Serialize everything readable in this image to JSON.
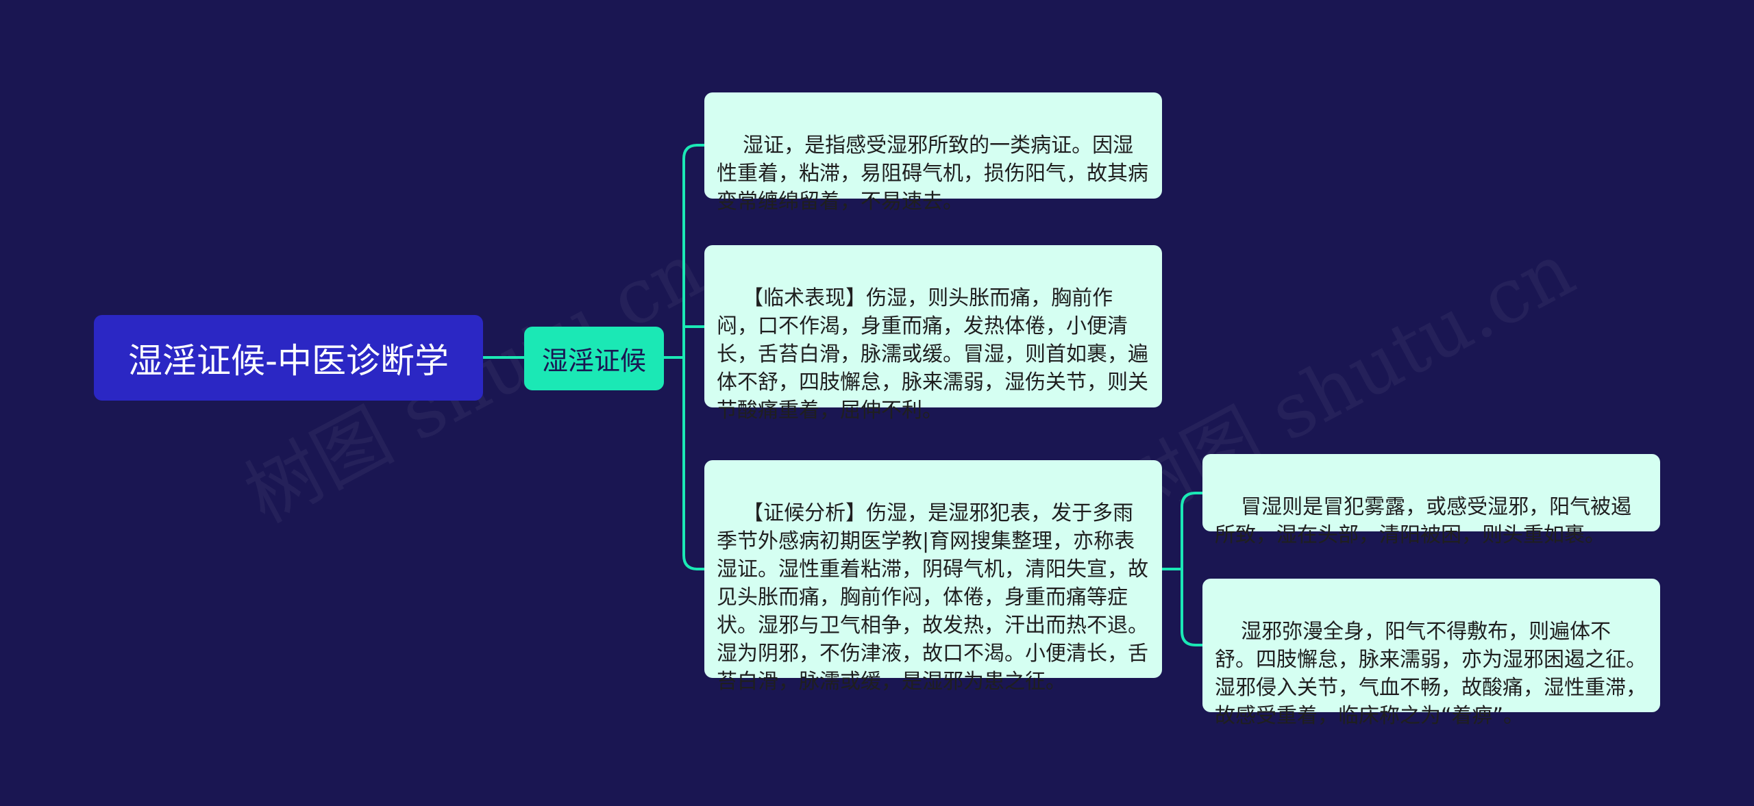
{
  "colors": {
    "background": "#1a1652",
    "root_fill": "#2b27c4",
    "branch_fill": "#1be8b5",
    "leaf_fill": "#d5fff2",
    "connector": "#1be8b5"
  },
  "root": {
    "label": "湿淫证候-中医诊断学"
  },
  "branch": {
    "label": "湿淫证候"
  },
  "leaves": [
    {
      "text": "湿证，是指感受湿邪所致的一类病证。因湿性重着，粘滞，易阻碍气机，损伤阳气，故其病变常缠绵留着，不易速去。"
    },
    {
      "text": "【临术表现】伤湿，则头胀而痛，胸前作闷，口不作渴，身重而痛，发热体倦，小便清长，舌苔白滑，脉濡或缓。冒湿，则首如裹，遍体不舒，四肢懈怠，脉来濡弱，湿伤关节，则关节酸痛重着，屈伸不利。"
    },
    {
      "text": "【证候分析】伤湿，是湿邪犯表，发于多雨季节外感病初期医学教|育网搜集整理，亦称表湿证。湿性重着粘滞，阴碍气机，清阳失宣，故见头胀而痛，胸前作闷，体倦，身重而痛等症状。湿邪与卫气相争，故发热，汗出而热不退。湿为阴邪，不伤津液，故口不渴。小便清长，舌苔白滑，脉濡或缓，是湿邪为患之征。"
    }
  ],
  "sub_leaves": [
    {
      "text": "冒湿则是冒犯雾露，或感受湿邪，阳气被遏所致，湿在头部，清阳被困，则头重如裹。"
    },
    {
      "text": "湿邪弥漫全身，阳气不得敷布，则遍体不舒。四肢懈怠，脉来濡弱，亦为湿邪困遏之征。湿邪侵入关节，气血不畅，故酸痛，湿性重滞，故感受重着，临床称之为“着痹”。"
    }
  ],
  "watermark": "树图 shutu.cn"
}
